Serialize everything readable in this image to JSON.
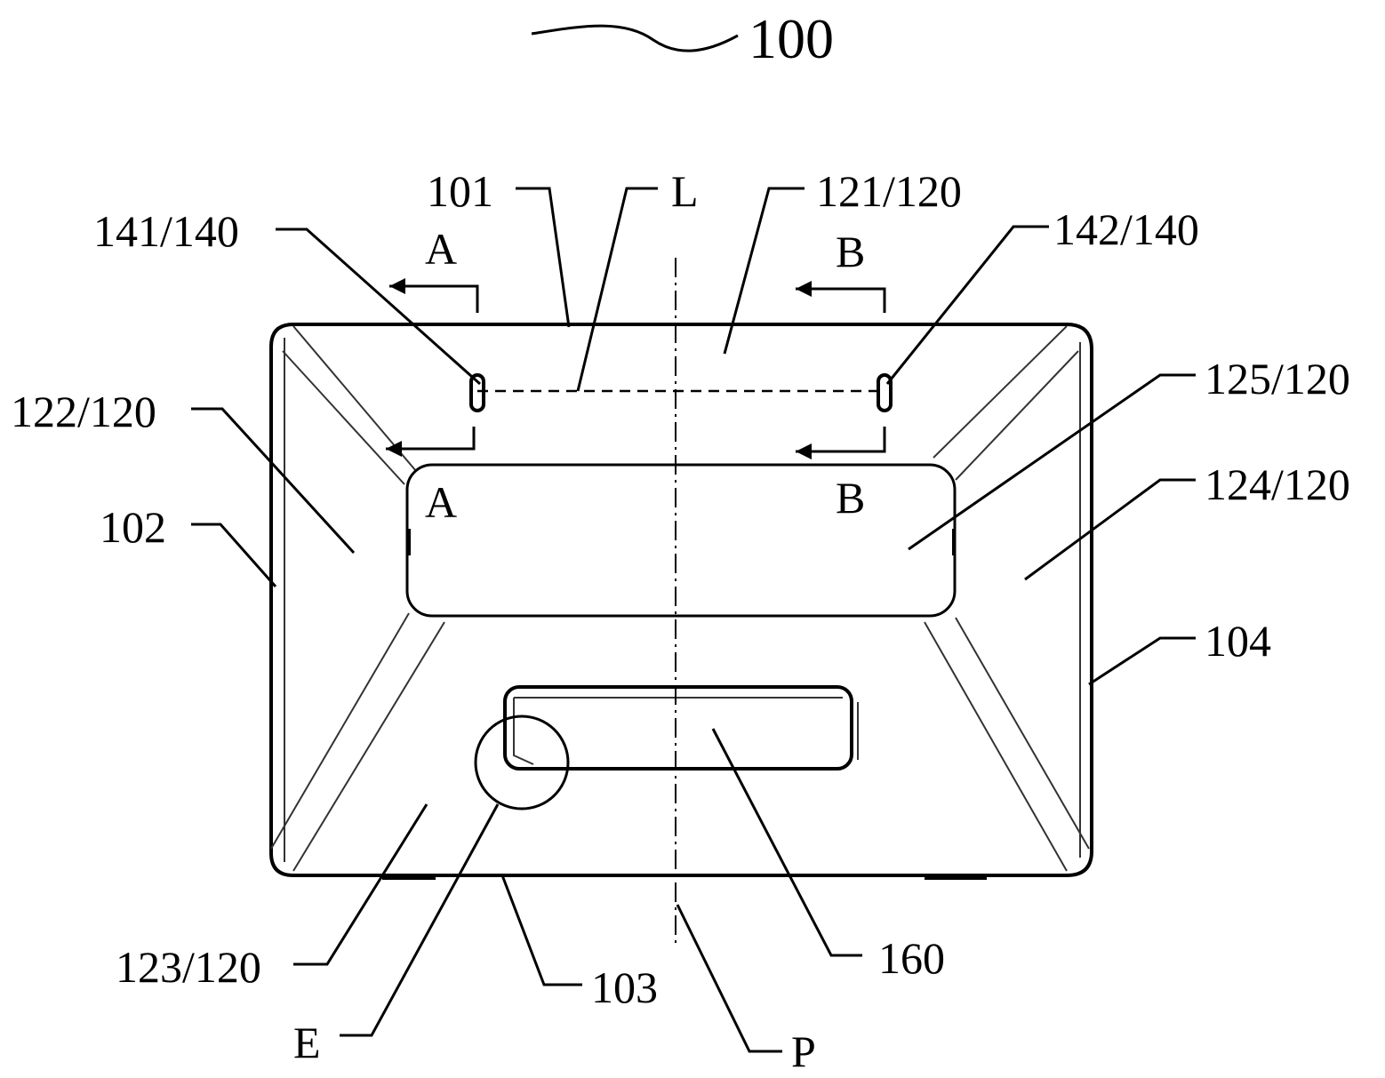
{
  "figure": {
    "main_label": "100",
    "labels": {
      "l101": "101",
      "lL": "L",
      "l121": "121/120",
      "l141": "141/140",
      "l142": "142/140",
      "l122": "122/120",
      "l125": "125/120",
      "l124": "124/120",
      "l102": "102",
      "l104": "104",
      "l123": "123/120",
      "l103": "103",
      "l160": "160",
      "lE": "E",
      "lP": "P",
      "secA_top": "A",
      "secA_bot": "A",
      "secB_top": "B",
      "secB_bot": "B"
    }
  }
}
